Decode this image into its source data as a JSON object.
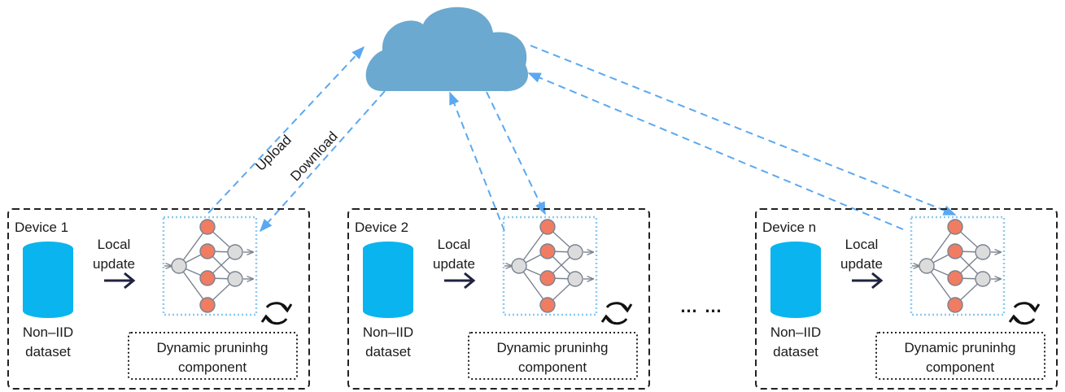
{
  "cloud": {
    "color": "#6BA9D0",
    "icon": "cloud-icon"
  },
  "links": {
    "upload_label": "Upload",
    "download_label": "Download",
    "arrow_color": "#5BA8F0"
  },
  "devices": [
    {
      "title": "Device 1",
      "local_update": [
        "Local",
        "update"
      ],
      "dataset": [
        "Non–IID",
        "dataset"
      ],
      "pruning": [
        "Dynamic pruninhg",
        "component"
      ]
    },
    {
      "title": "Device 2",
      "local_update": [
        "Local",
        "update"
      ],
      "dataset": [
        "Non–IID",
        "dataset"
      ],
      "pruning": [
        "Dynamic pruninhg",
        "component"
      ]
    },
    {
      "title": "Device n",
      "local_update": [
        "Local",
        "update"
      ],
      "dataset": [
        "Non–IID",
        "dataset"
      ],
      "pruning": [
        "Dynamic pruninhg",
        "component"
      ]
    }
  ],
  "ellipsis": "… …",
  "colors": {
    "database": "#0AB4EE",
    "node_active": "#F07C62",
    "node_inactive": "#DCDCDC",
    "network_box": "#8EC9F0"
  }
}
